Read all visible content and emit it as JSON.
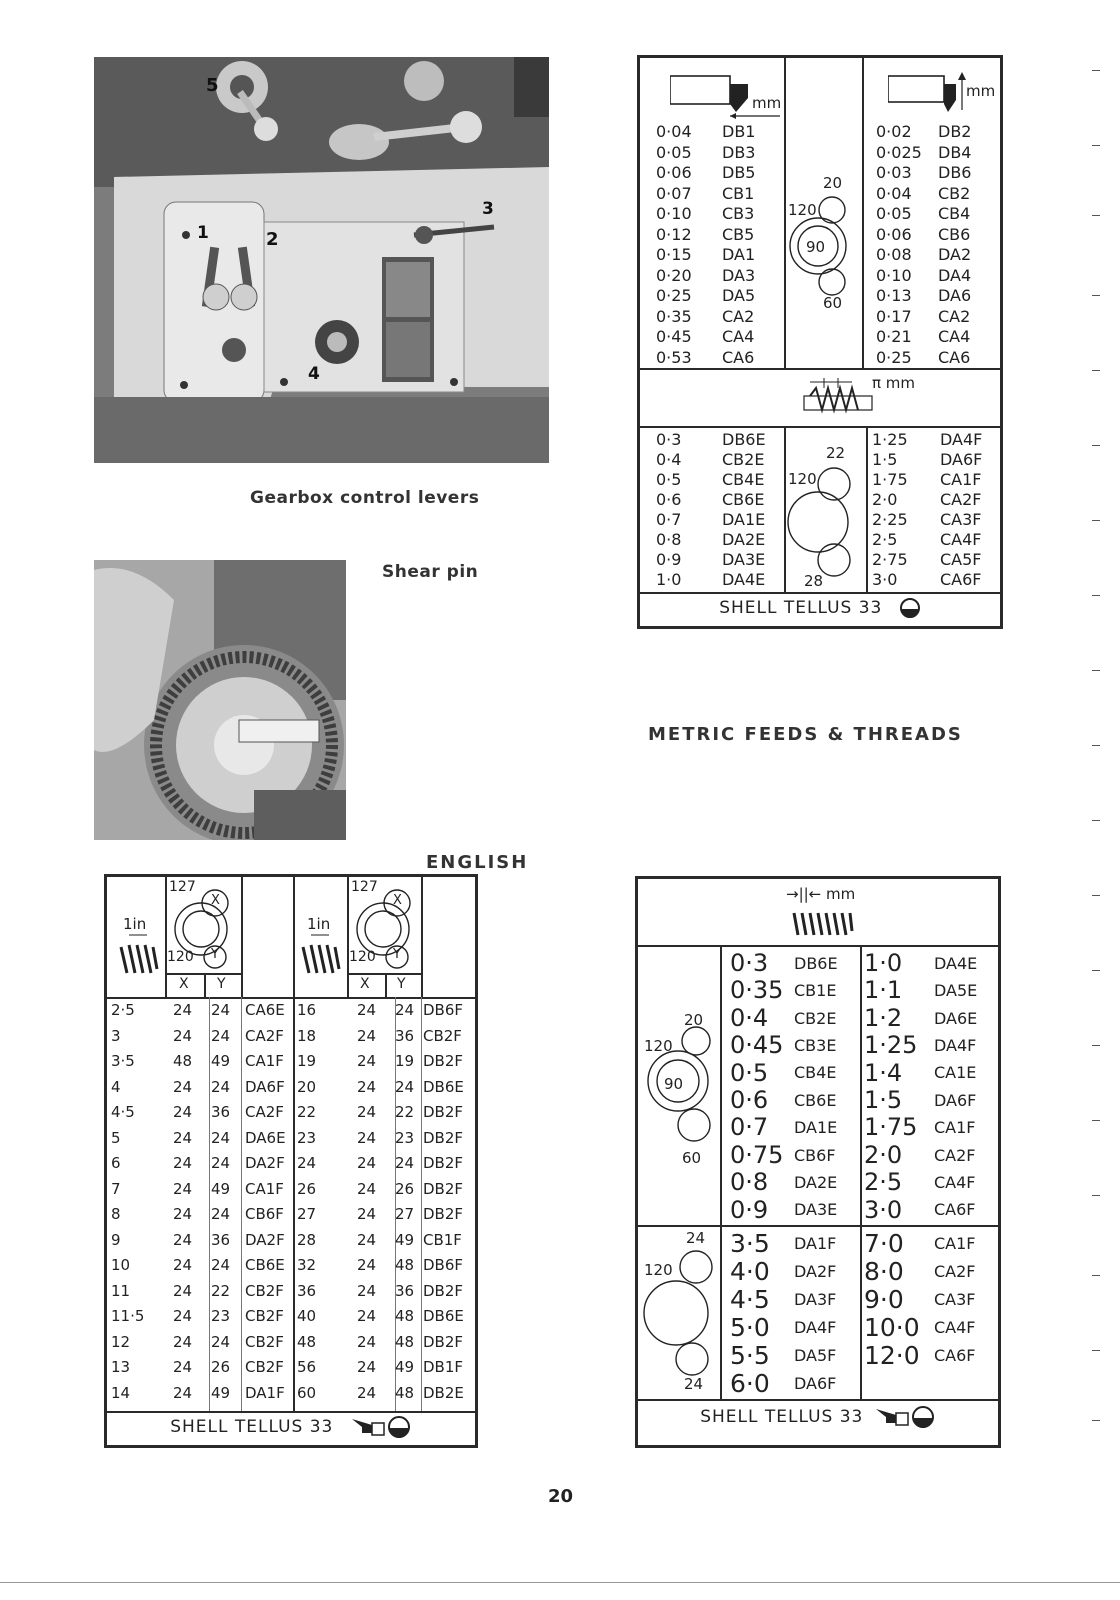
{
  "page_number": "20",
  "captions": {
    "gearbox": "Gearbox control levers",
    "shear_pin": "Shear pin"
  },
  "photo_labels": {
    "gearbox_levers": [
      "1",
      "2",
      "3",
      "4",
      "5"
    ]
  },
  "headings": {
    "metric": "METRIC FEEDS & THREADS",
    "english": "ENGLISH"
  },
  "metric_feeds_panel": {
    "left_icon_unit": "mm",
    "right_icon_unit": "mm",
    "left_feeds": [
      [
        "0·04",
        "DB1"
      ],
      [
        "0·05",
        "DB3"
      ],
      [
        "0·06",
        "DB5"
      ],
      [
        "0·07",
        "CB1"
      ],
      [
        "0·10",
        "CB3"
      ],
      [
        "0·12",
        "CB5"
      ],
      [
        "0·15",
        "DA1"
      ],
      [
        "0·20",
        "DA3"
      ],
      [
        "0·25",
        "DA5"
      ],
      [
        "0·35",
        "CA2"
      ],
      [
        "0·45",
        "CA4"
      ],
      [
        "0·53",
        "CA6"
      ]
    ],
    "right_feeds": [
      [
        "0·02",
        "DB2"
      ],
      [
        "0·025",
        "DB4"
      ],
      [
        "0·03",
        "DB6"
      ],
      [
        "0·04",
        "CB2"
      ],
      [
        "0·05",
        "CB4"
      ],
      [
        "0·06",
        "CB6"
      ],
      [
        "0·08",
        "DA2"
      ],
      [
        "0·10",
        "DA4"
      ],
      [
        "0·13",
        "DA6"
      ],
      [
        "0·17",
        "CA2"
      ],
      [
        "0·21",
        "CA4"
      ],
      [
        "0·25",
        "CA6"
      ]
    ],
    "gear_train_top": [
      "20",
      "120",
      "90",
      "60"
    ],
    "thread_unit_label": "π mm",
    "left_threads": [
      [
        "0·3",
        "DB6E"
      ],
      [
        "0·4",
        "CB2E"
      ],
      [
        "0·5",
        "CB4E"
      ],
      [
        "0·6",
        "CB6E"
      ],
      [
        "0·7",
        "DA1E"
      ],
      [
        "0·8",
        "DA2E"
      ],
      [
        "0·9",
        "DA3E"
      ],
      [
        "1·0",
        "DA4E"
      ]
    ],
    "right_threads": [
      [
        "1·25",
        "DA4F"
      ],
      [
        "1·5",
        "DA6F"
      ],
      [
        "1·75",
        "CA1F"
      ],
      [
        "2·0",
        "CA2F"
      ],
      [
        "2·25",
        "CA3F"
      ],
      [
        "2·5",
        "CA4F"
      ],
      [
        "2·75",
        "CA5F"
      ],
      [
        "3·0",
        "CA6F"
      ]
    ],
    "gear_train_bottom": [
      "22",
      "120",
      "28"
    ],
    "oil": "SHELL TELLUS 33"
  },
  "english_panel": {
    "lead_label": "1in",
    "gear_labels": [
      "127",
      "X",
      "120",
      "Y"
    ],
    "col_x": "X",
    "col_y": "Y",
    "left_rows": [
      [
        "2·5",
        "24",
        "24",
        "CA6E"
      ],
      [
        "3",
        "24",
        "24",
        "CA2F"
      ],
      [
        "3·5",
        "48",
        "49",
        "CA1F"
      ],
      [
        "4",
        "24",
        "24",
        "DA6F"
      ],
      [
        "4·5",
        "24",
        "36",
        "CA2F"
      ],
      [
        "5",
        "24",
        "24",
        "DA6E"
      ],
      [
        "6",
        "24",
        "24",
        "DA2F"
      ],
      [
        "7",
        "24",
        "49",
        "CA1F"
      ],
      [
        "8",
        "24",
        "24",
        "CB6F"
      ],
      [
        "9",
        "24",
        "36",
        "DA2F"
      ],
      [
        "10",
        "24",
        "24",
        "CB6E"
      ],
      [
        "11",
        "24",
        "22",
        "CB2F"
      ],
      [
        "11·5",
        "24",
        "23",
        "CB2F"
      ],
      [
        "12",
        "24",
        "24",
        "CB2F"
      ],
      [
        "13",
        "24",
        "26",
        "CB2F"
      ],
      [
        "14",
        "24",
        "49",
        "DA1F"
      ]
    ],
    "right_rows": [
      [
        "16",
        "24",
        "24",
        "DB6F"
      ],
      [
        "18",
        "24",
        "36",
        "CB2F"
      ],
      [
        "19",
        "24",
        "19",
        "DB2F"
      ],
      [
        "20",
        "24",
        "24",
        "DB6E"
      ],
      [
        "22",
        "24",
        "22",
        "DB2F"
      ],
      [
        "23",
        "24",
        "23",
        "DB2F"
      ],
      [
        "24",
        "24",
        "24",
        "DB2F"
      ],
      [
        "26",
        "24",
        "26",
        "DB2F"
      ],
      [
        "27",
        "24",
        "27",
        "DB2F"
      ],
      [
        "28",
        "24",
        "49",
        "CB1F"
      ],
      [
        "32",
        "24",
        "48",
        "DB6F"
      ],
      [
        "36",
        "24",
        "36",
        "DB2F"
      ],
      [
        "40",
        "24",
        "48",
        "DB6E"
      ],
      [
        "48",
        "24",
        "48",
        "DB2F"
      ],
      [
        "56",
        "24",
        "49",
        "DB1F"
      ],
      [
        "60",
        "24",
        "48",
        "DB2E"
      ]
    ],
    "oil": "SHELL TELLUS 33"
  },
  "metric_threads_panel": {
    "unit_label": "mm",
    "gear_train_top": [
      "20",
      "120",
      "90",
      "60"
    ],
    "top_left": [
      [
        "0·3",
        "DB6E"
      ],
      [
        "0·35",
        "CB1E"
      ],
      [
        "0·4",
        "CB2E"
      ],
      [
        "0·45",
        "CB3E"
      ],
      [
        "0·5",
        "CB4E"
      ],
      [
        "0·6",
        "CB6E"
      ],
      [
        "0·7",
        "DA1E"
      ],
      [
        "0·75",
        "CB6F"
      ],
      [
        "0·8",
        "DA2E"
      ],
      [
        "0·9",
        "DA3E"
      ]
    ],
    "top_right": [
      [
        "1·0",
        "DA4E"
      ],
      [
        "1·1",
        "DA5E"
      ],
      [
        "1·2",
        "DA6E"
      ],
      [
        "1·25",
        "DA4F"
      ],
      [
        "1·4",
        "CA1E"
      ],
      [
        "1·5",
        "DA6F"
      ],
      [
        "1·75",
        "CA1F"
      ],
      [
        "2·0",
        "CA2F"
      ],
      [
        "2·5",
        "CA4F"
      ],
      [
        "3·0",
        "CA6F"
      ]
    ],
    "gear_train_bottom": [
      "24",
      "120",
      "24"
    ],
    "bottom_left": [
      [
        "3·5",
        "DA1F"
      ],
      [
        "4·0",
        "DA2F"
      ],
      [
        "4·5",
        "DA3F"
      ],
      [
        "5·0",
        "DA4F"
      ],
      [
        "5·5",
        "DA5F"
      ],
      [
        "6·0",
        "DA6F"
      ]
    ],
    "bottom_right": [
      [
        "7·0",
        "CA1F"
      ],
      [
        "8·0",
        "CA2F"
      ],
      [
        "9·0",
        "CA3F"
      ],
      [
        "10·0",
        "CA4F"
      ],
      [
        "12·0",
        "CA6F"
      ]
    ],
    "oil": "SHELL TELLUS 33"
  }
}
